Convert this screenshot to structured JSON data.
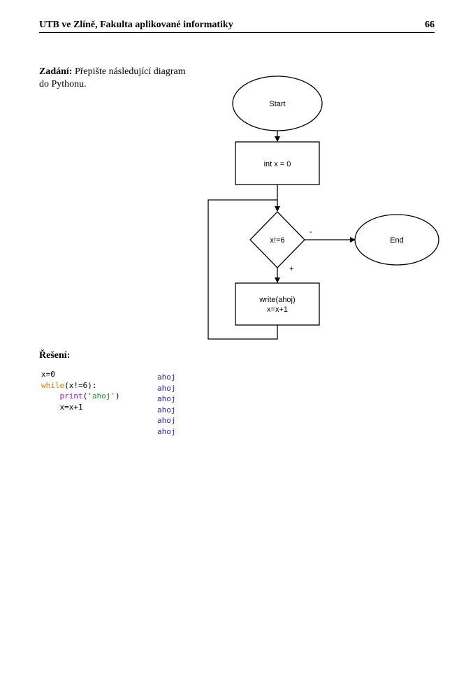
{
  "header": {
    "title": "UTB ve Zlíně, Fakulta aplikované informatiky",
    "page_number": "66"
  },
  "task": {
    "label": "Zadání:",
    "text": " Přepište následující diagram do Pythonu."
  },
  "diagram": {
    "start": "Start",
    "init": "int x = 0",
    "condition": "x!=6",
    "branch_false": "-",
    "branch_true": "+",
    "end": "End",
    "body_line1": "write(ahoj)",
    "body_line2": "x=x+1"
  },
  "solution": {
    "label": "Řešení:",
    "code": {
      "line1": "x=0",
      "line2_kw": "while",
      "line2_rest": "(x!=6):",
      "line3_indent": "    ",
      "line3_fn": "print",
      "line3_open": "(",
      "line3_str": "'ahoj'",
      "line3_close": ")",
      "line4": "    x=x+1"
    },
    "output": [
      "ahoj",
      "ahoj",
      "ahoj",
      "ahoj",
      "ahoj",
      "ahoj"
    ]
  }
}
